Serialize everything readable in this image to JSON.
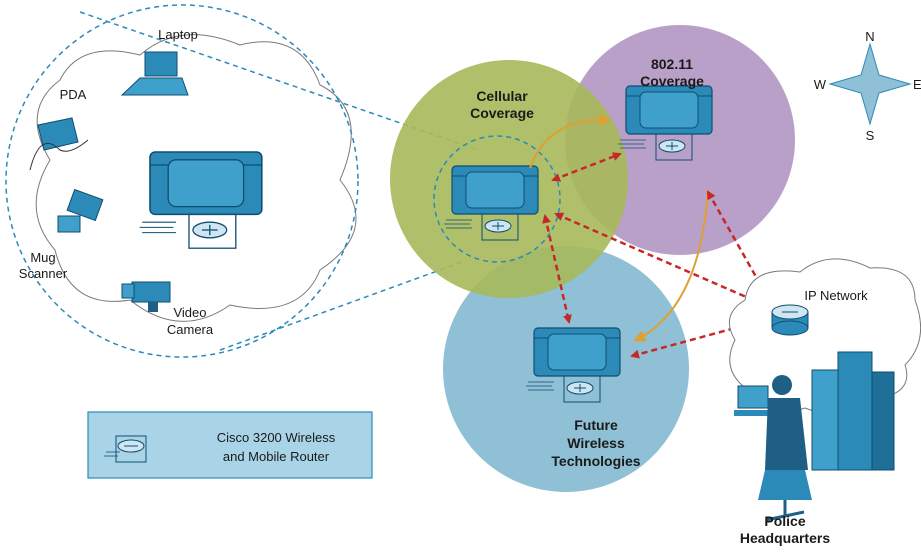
{
  "devices": {
    "laptop": "Laptop",
    "pda": "PDA",
    "mug_line1": "Mug",
    "mug_line2": "Scanner",
    "video_line1": "Video",
    "video_line2": "Camera"
  },
  "coverage": {
    "cellular_line1": "Cellular",
    "cellular_line2": "Coverage",
    "wifi_line1": "802.11",
    "wifi_line2": "Coverage",
    "future_line1": "Future",
    "future_line2": "Wireless",
    "future_line3": "Technologies"
  },
  "network": {
    "ip_network": "IP Network",
    "hq_line1": "Police",
    "hq_line2": "Headquarters"
  },
  "legend": {
    "line1": "Cisco 3200 Wireless",
    "line2": "and Mobile Router"
  },
  "compass": {
    "n": "N",
    "s": "S",
    "e": "E",
    "w": "W"
  },
  "colors": {
    "cellular": "#a7b95a",
    "wifi": "#ad8fbf",
    "future": "#8fc0d5",
    "vehicle": "#2b8ab8",
    "dashed_blue": "#2b8ab8",
    "dashed_red": "#c62828",
    "orange_arrow": "#e0a030",
    "legend_bg": "#a9d4e8"
  }
}
